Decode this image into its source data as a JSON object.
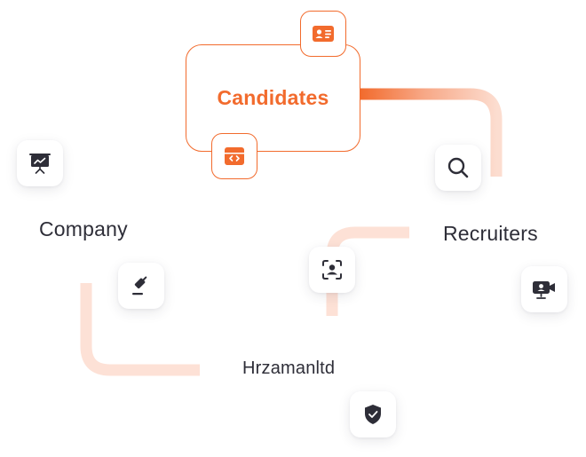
{
  "nodes": {
    "candidates": "Candidates",
    "company": "Company",
    "recruiters": "Recruiters",
    "hrzaman": "Hrzamanltd"
  },
  "icons": {
    "candidates_top": "id-card-icon",
    "candidates_bottom": "code-window-icon",
    "company_chart": "presentation-chart-icon",
    "company_gavel": "gavel-icon",
    "recruiters_search": "search-icon",
    "recruiters_video": "video-call-icon",
    "center_scan": "face-scan-icon",
    "hrzaman_shield": "shield-check-icon"
  },
  "colors": {
    "accent": "#F26B2D",
    "connector": "#FDE1D6",
    "text": "#2E2E38",
    "icon_dark": "#2E2E38"
  }
}
